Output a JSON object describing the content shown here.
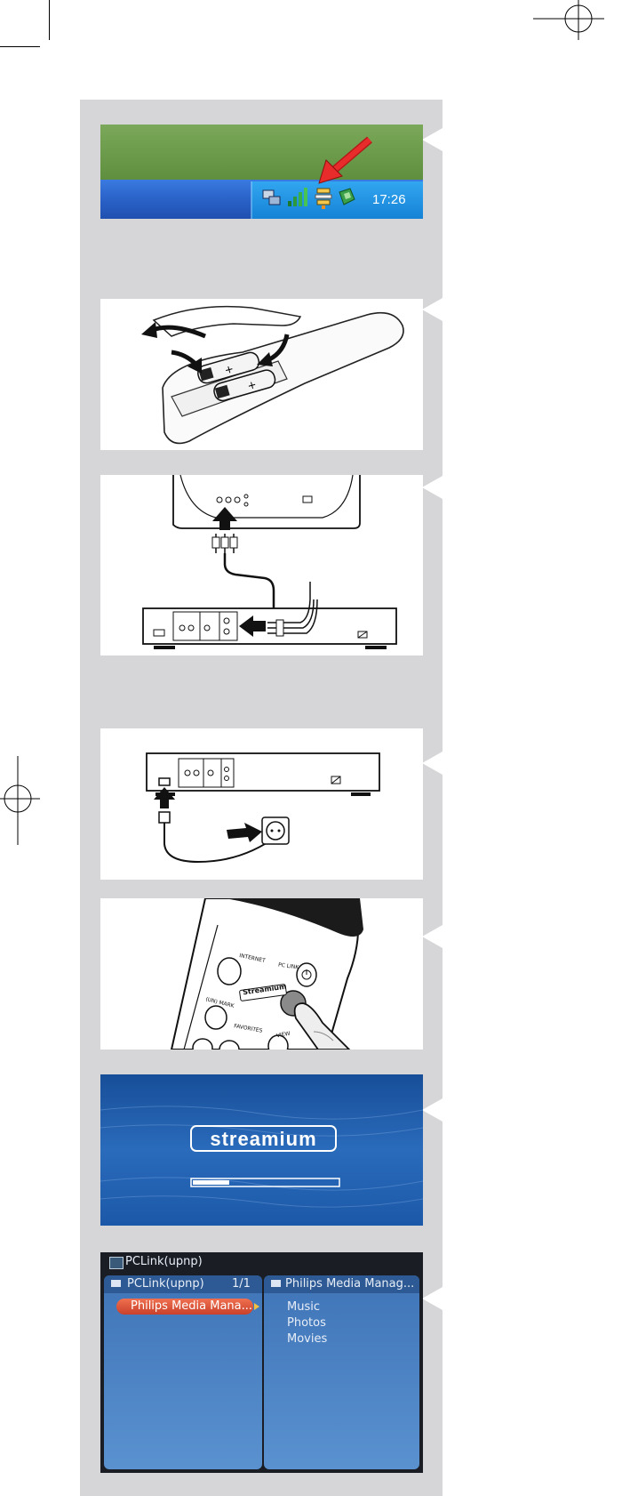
{
  "taskbar": {
    "clock": "17:26"
  },
  "remote_buttons": {
    "internet": "INTERNET",
    "pc_link": "PC LINK",
    "brand": "Streamium",
    "fav_mark": "(UN) MARK",
    "favorites": "FAVORITES",
    "view": "VIEW"
  },
  "splash": {
    "logo": "streamium",
    "progress": 0.25
  },
  "pclink": {
    "window_title": "PCLink(upnp)",
    "left_title": "PCLink(upnp)",
    "left_count": "1/1",
    "left_items": [
      "Philips Media Mana..."
    ],
    "right_title": "Philips Media Manag...",
    "right_items": [
      "Music",
      "Photos",
      "Movies"
    ]
  },
  "colors": {
    "strip": "#d6d6d8",
    "taskbar_green": "#6e9d4a",
    "taskbar_blue": "#2a62c8",
    "tray_blue": "#1f8fe0",
    "splash_blue": "#1f5aa6",
    "pclink_bg": "#1a1d24",
    "pclink_panel": "#4f86c6",
    "selection": "#e2583a"
  }
}
